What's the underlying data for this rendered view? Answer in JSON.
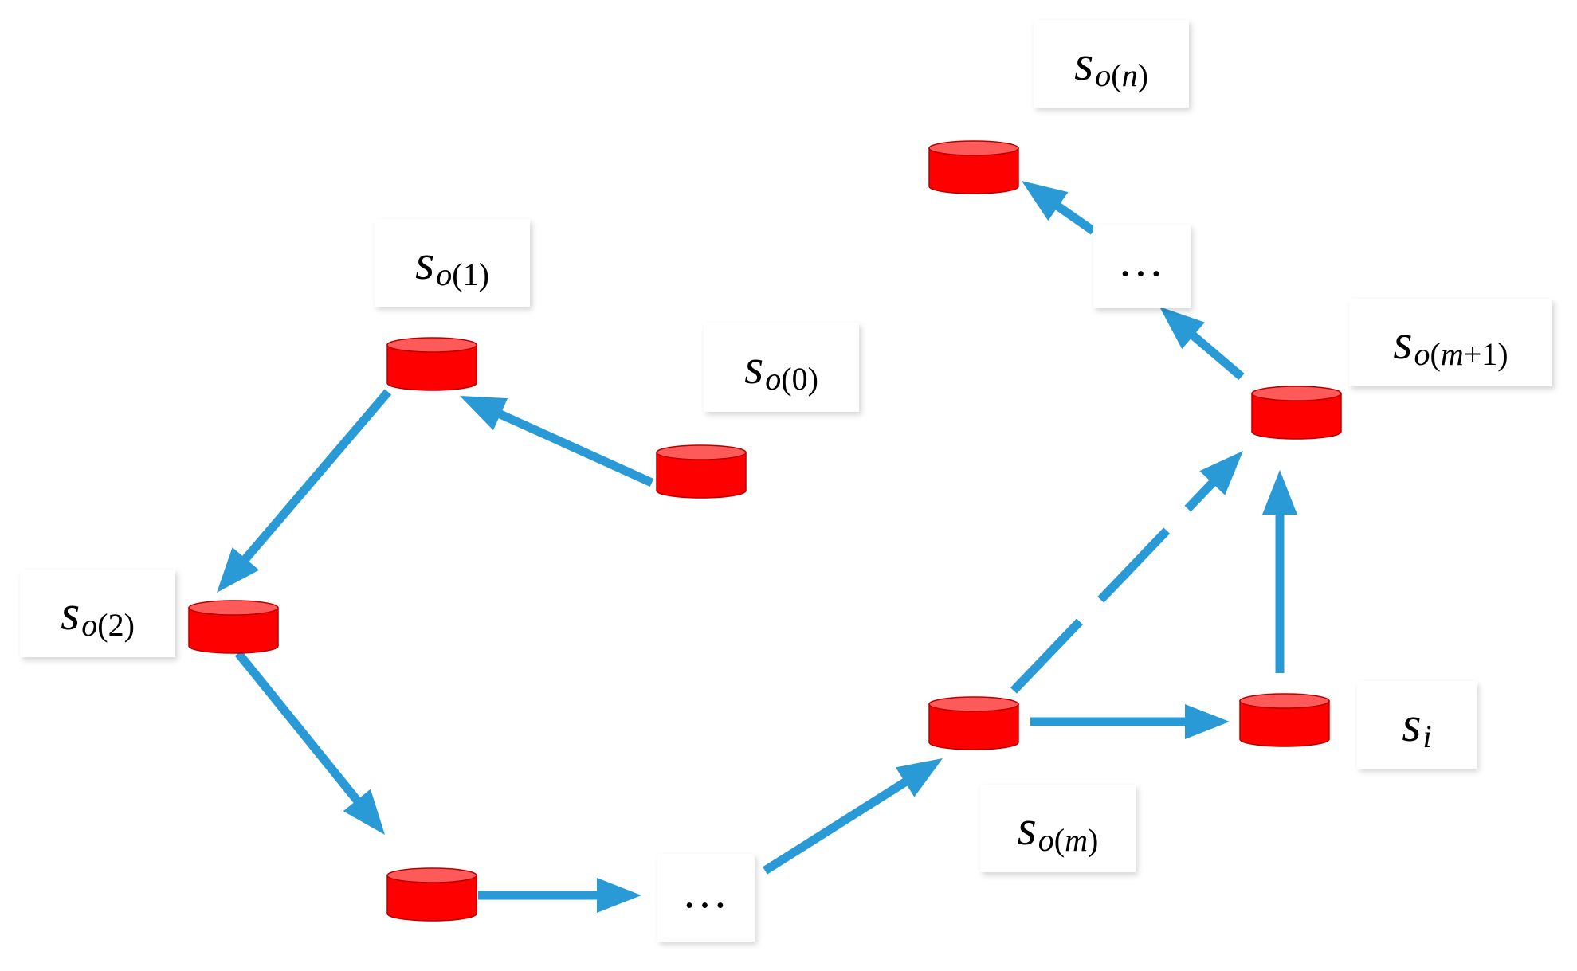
{
  "diagram": {
    "colors": {
      "arrow": "#2a9ad6",
      "node_fill": "#ff0000",
      "node_top": "#ff5a5a",
      "node_edge": "#b80000"
    },
    "labels": {
      "so0": {
        "s": "s",
        "o": "o",
        "idx": "0"
      },
      "so1": {
        "s": "s",
        "o": "o",
        "idx": "1"
      },
      "so2": {
        "s": "s",
        "o": "o",
        "idx": "2"
      },
      "som": {
        "s": "s",
        "o": "o",
        "idx": "m"
      },
      "som1": {
        "s": "s",
        "o": "o",
        "idx_var": "m",
        "idx_rest": "+1"
      },
      "son": {
        "s": "s",
        "o": "o",
        "idx": "n"
      },
      "si": {
        "s": "s",
        "sub": "i"
      },
      "ellipsis_bottom": "…",
      "ellipsis_top": "…"
    },
    "nodes": [
      "so0",
      "so1",
      "so2",
      "so3",
      "som",
      "si",
      "som1",
      "son"
    ],
    "edges": [
      {
        "from": "so0",
        "to": "so1",
        "style": "solid"
      },
      {
        "from": "so1",
        "to": "so2",
        "style": "solid"
      },
      {
        "from": "so2",
        "to": "so3",
        "style": "solid"
      },
      {
        "from": "so3",
        "to": "ellipsis_bottom",
        "style": "solid"
      },
      {
        "from": "ellipsis_bottom",
        "to": "som",
        "style": "solid"
      },
      {
        "from": "som",
        "to": "si",
        "style": "solid"
      },
      {
        "from": "som",
        "to": "som1",
        "style": "dashed"
      },
      {
        "from": "si",
        "to": "som1",
        "style": "solid"
      },
      {
        "from": "som1",
        "to": "ellipsis_top",
        "style": "solid"
      },
      {
        "from": "ellipsis_top",
        "to": "son",
        "style": "solid"
      }
    ]
  }
}
